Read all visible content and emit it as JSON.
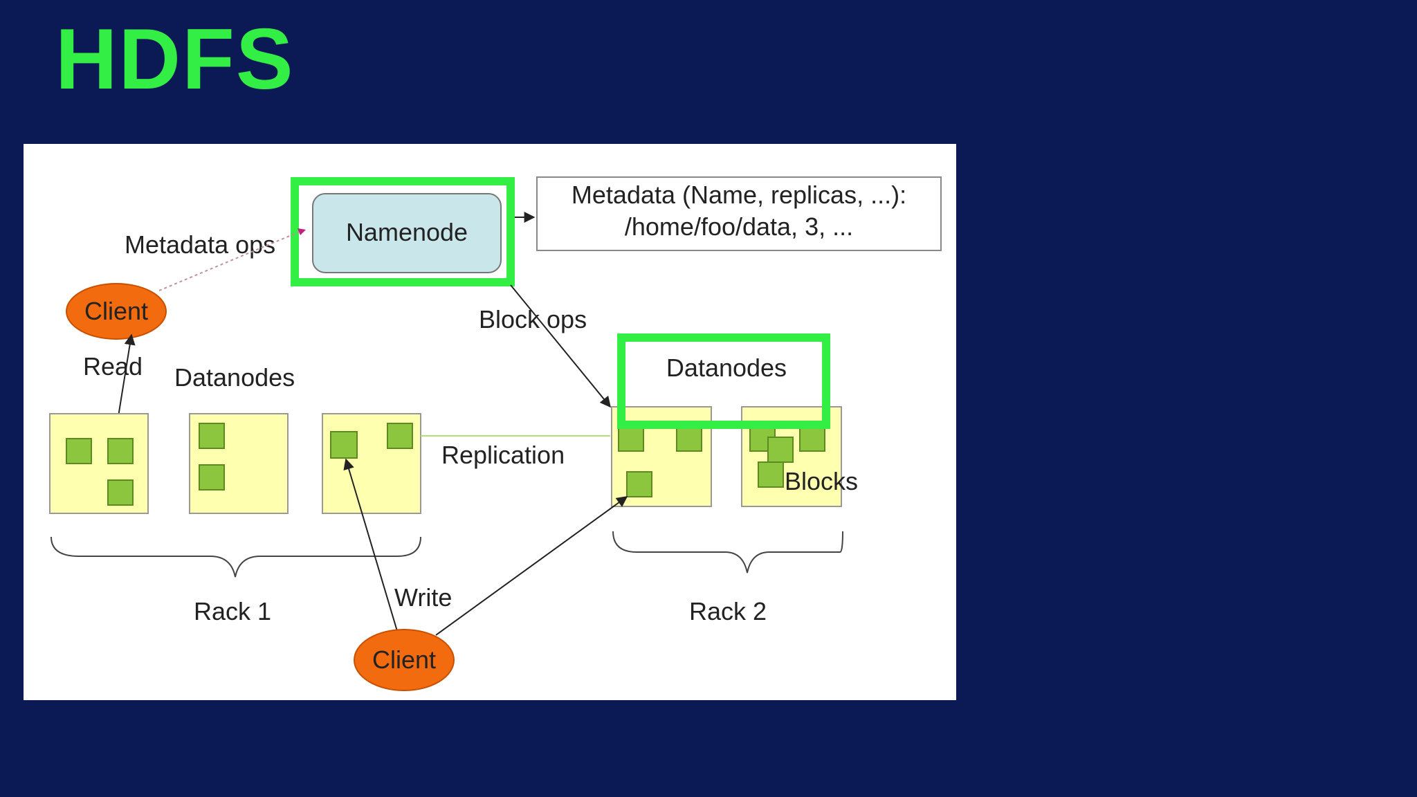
{
  "slide": {
    "title": "HDFS"
  },
  "diagram": {
    "metadata_box_line1": "Metadata (Name, replicas, ...):",
    "metadata_box_line2": "/home/foo/data, 3, ...",
    "namenode_label": "Namenode",
    "metadata_ops_label": "Metadata ops",
    "block_ops_label": "Block ops",
    "client_top_label": "Client",
    "client_bottom_label": "Client",
    "read_label": "Read",
    "write_label": "Write",
    "replication_label": "Replication",
    "datanodes_left_label": "Datanodes",
    "datanodes_right_label": "Datanodes",
    "blocks_label": "Blocks",
    "rack1_label": "Rack 1",
    "rack2_label": "Rack 2",
    "colors": {
      "background": "#0b1a54",
      "title": "#33ee44",
      "highlight": "#33ee44",
      "namenode_fill": "#c9e6ea",
      "datanode_fill": "#ffffb0",
      "block_fill": "#8cc63f",
      "client_fill": "#f26b0f"
    }
  }
}
